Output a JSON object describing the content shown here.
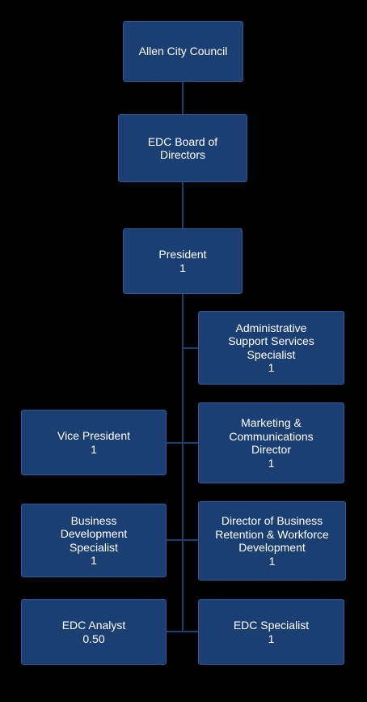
{
  "colors": {
    "background": "#000000",
    "box_fill": "#1b3f73",
    "box_border": "#2f5a94",
    "connector": "#1e3e6b",
    "text": "#ffffff"
  },
  "nodes": {
    "council": {
      "title_lines": [
        "Allen City Council"
      ],
      "count": ""
    },
    "board": {
      "title_lines": [
        "EDC Board of",
        "Directors"
      ],
      "count": ""
    },
    "president": {
      "title_lines": [
        "President"
      ],
      "count": "1"
    },
    "admin": {
      "title_lines": [
        "Administrative",
        "Support Services",
        "Specialist"
      ],
      "count": "1"
    },
    "vp": {
      "title_lines": [
        "Vice President"
      ],
      "count": "1"
    },
    "marketing": {
      "title_lines": [
        "Marketing &",
        "Communications",
        "Director"
      ],
      "count": "1"
    },
    "bds": {
      "title_lines": [
        "Business",
        "Development",
        "Specialist"
      ],
      "count": "1"
    },
    "dbr": {
      "title_lines": [
        "Director of Business",
        "Retention & Workforce",
        "Development"
      ],
      "count": "1"
    },
    "analyst": {
      "title_lines": [
        "EDC Analyst"
      ],
      "count": "0.50"
    },
    "specialist": {
      "title_lines": [
        "EDC Specialist"
      ],
      "count": "1"
    }
  }
}
